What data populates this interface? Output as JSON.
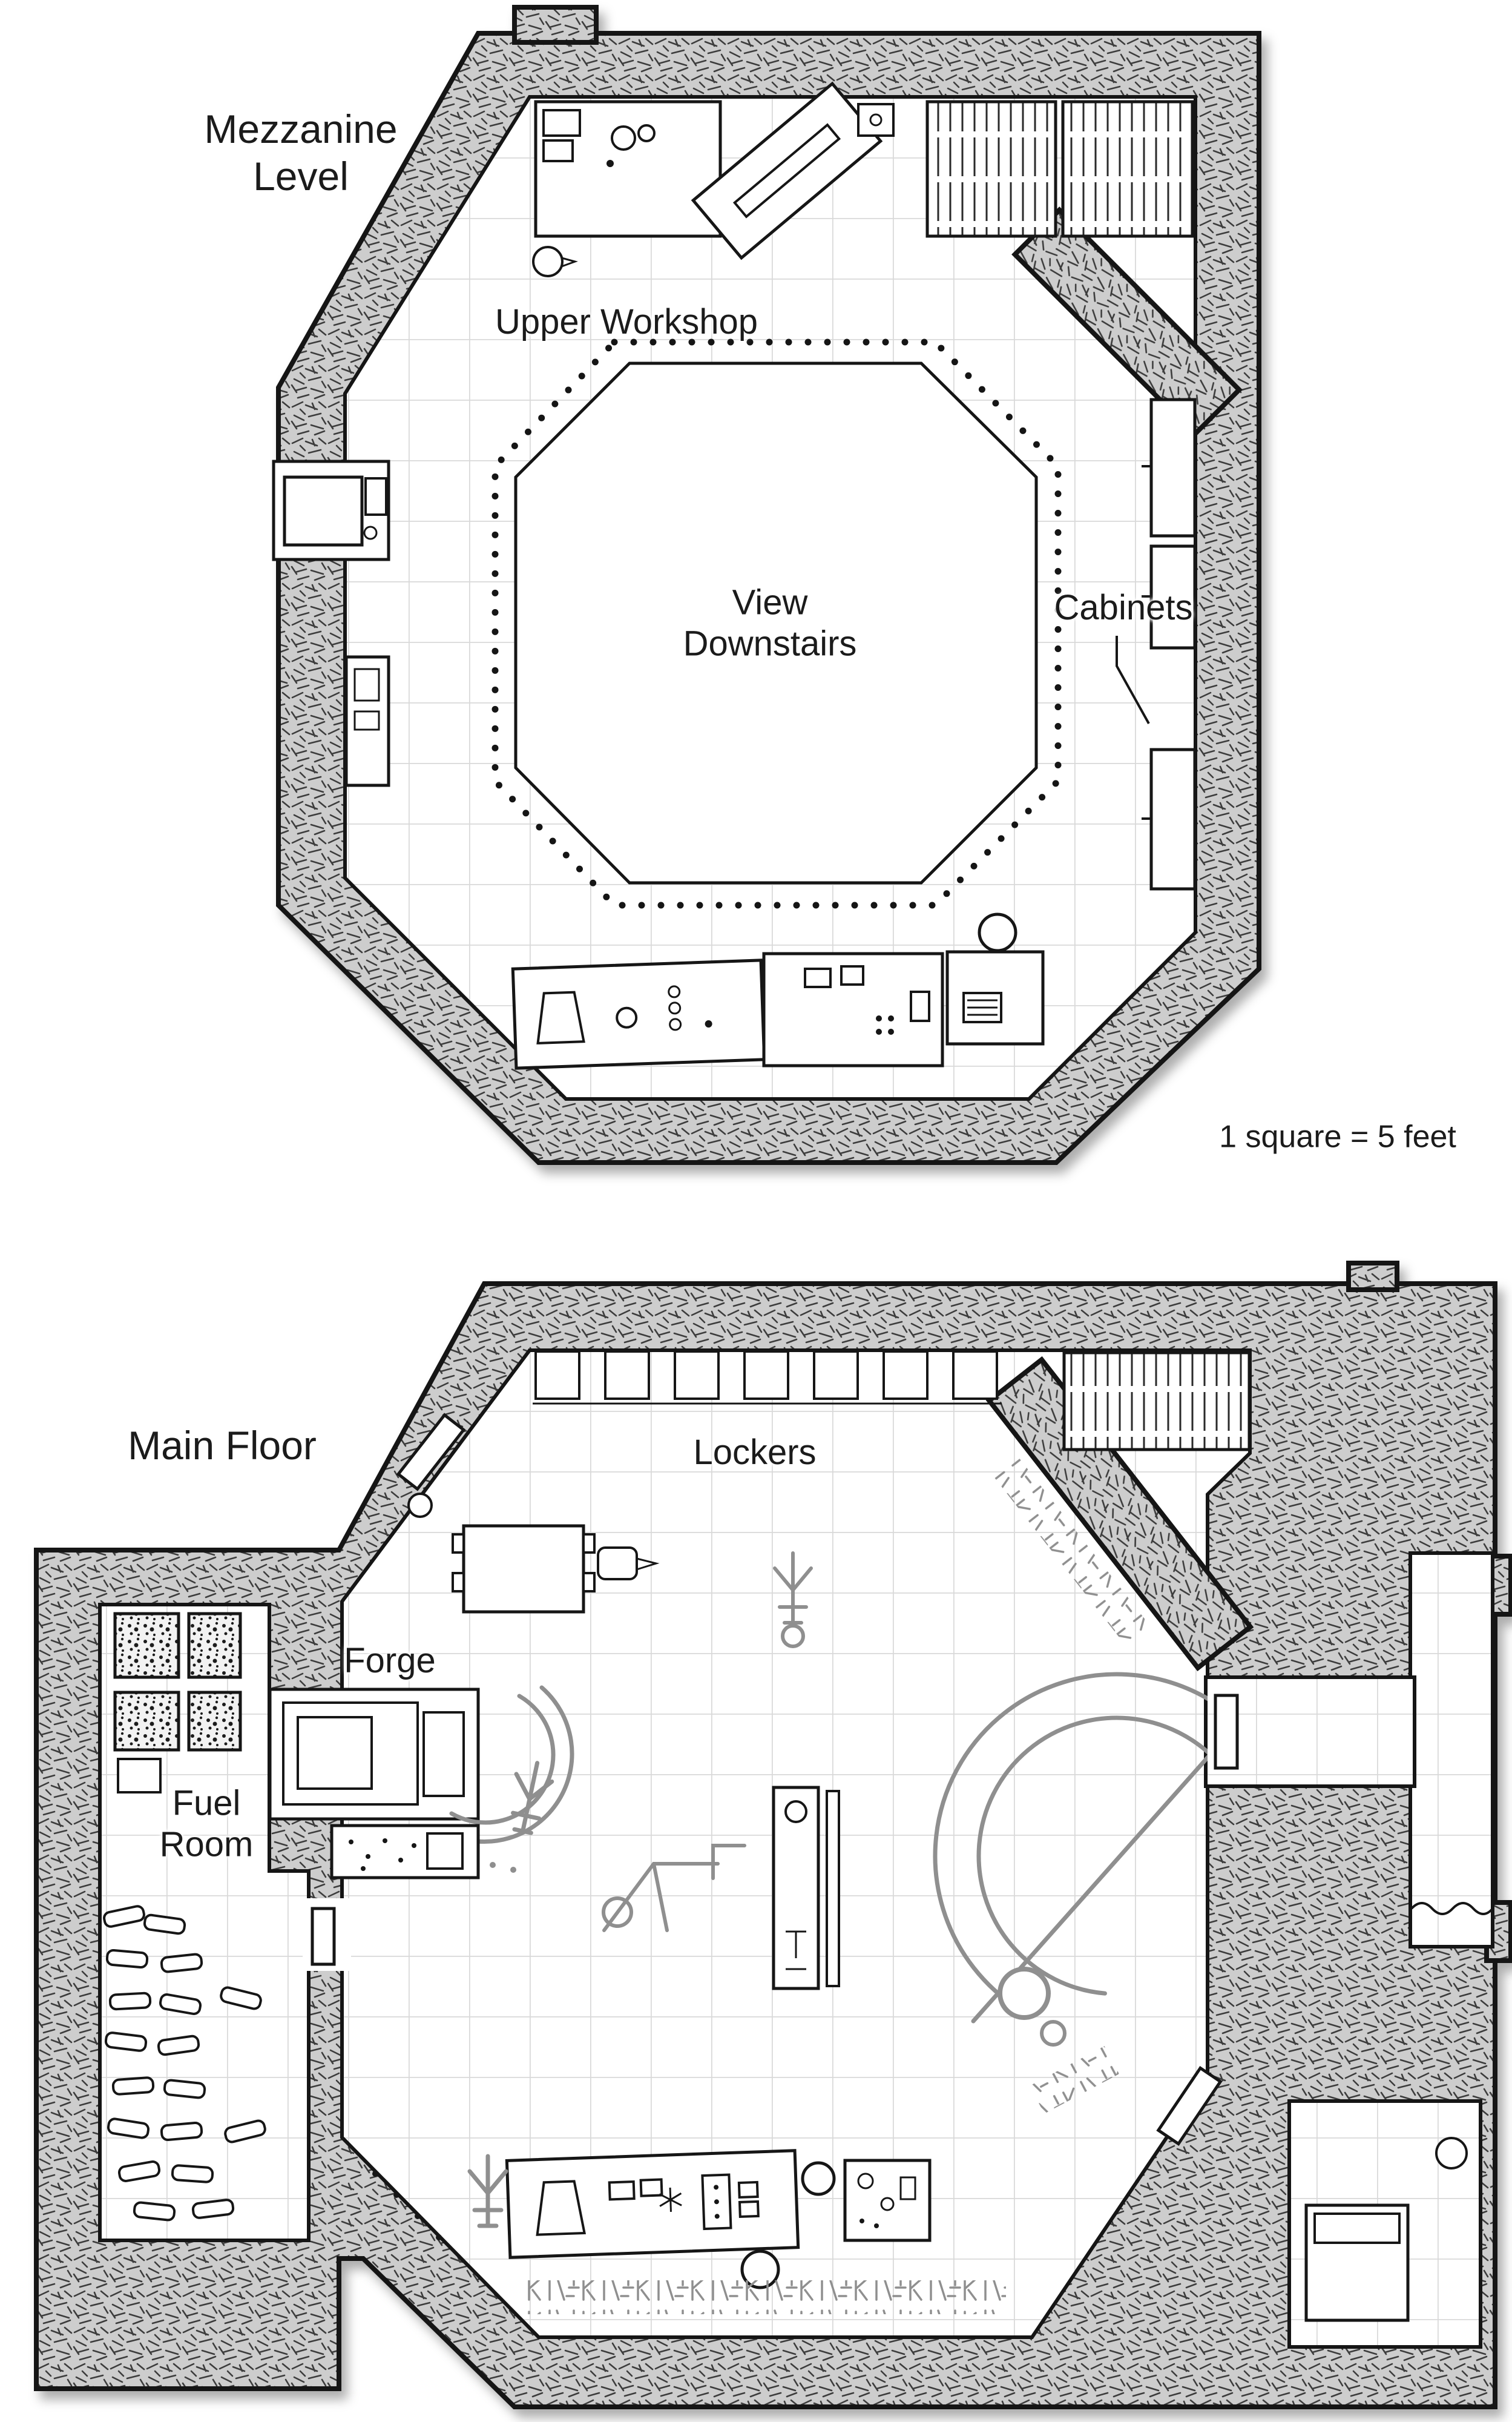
{
  "page": {
    "scale_note": "1 square = 5 feet"
  },
  "mezzanine": {
    "title_line1": "Mezzanine",
    "title_line2": "Level",
    "labels": {
      "upper_workshop": "Upper Workshop",
      "view_downstairs_line1": "View",
      "view_downstairs_line2": "Downstairs",
      "cabinets": "Cabinets"
    }
  },
  "main_floor": {
    "title": "Main Floor",
    "labels": {
      "lockers": "Lockers",
      "forge": "Forge",
      "fuel_line1": "Fuel",
      "fuel_line2": "Room"
    }
  },
  "colors": {
    "wall_fill": "#cdcdcd",
    "wall_stroke": "#151515",
    "grid_line": "#d9d9d9",
    "floor_glyph_gray": "#8f8f8f"
  }
}
